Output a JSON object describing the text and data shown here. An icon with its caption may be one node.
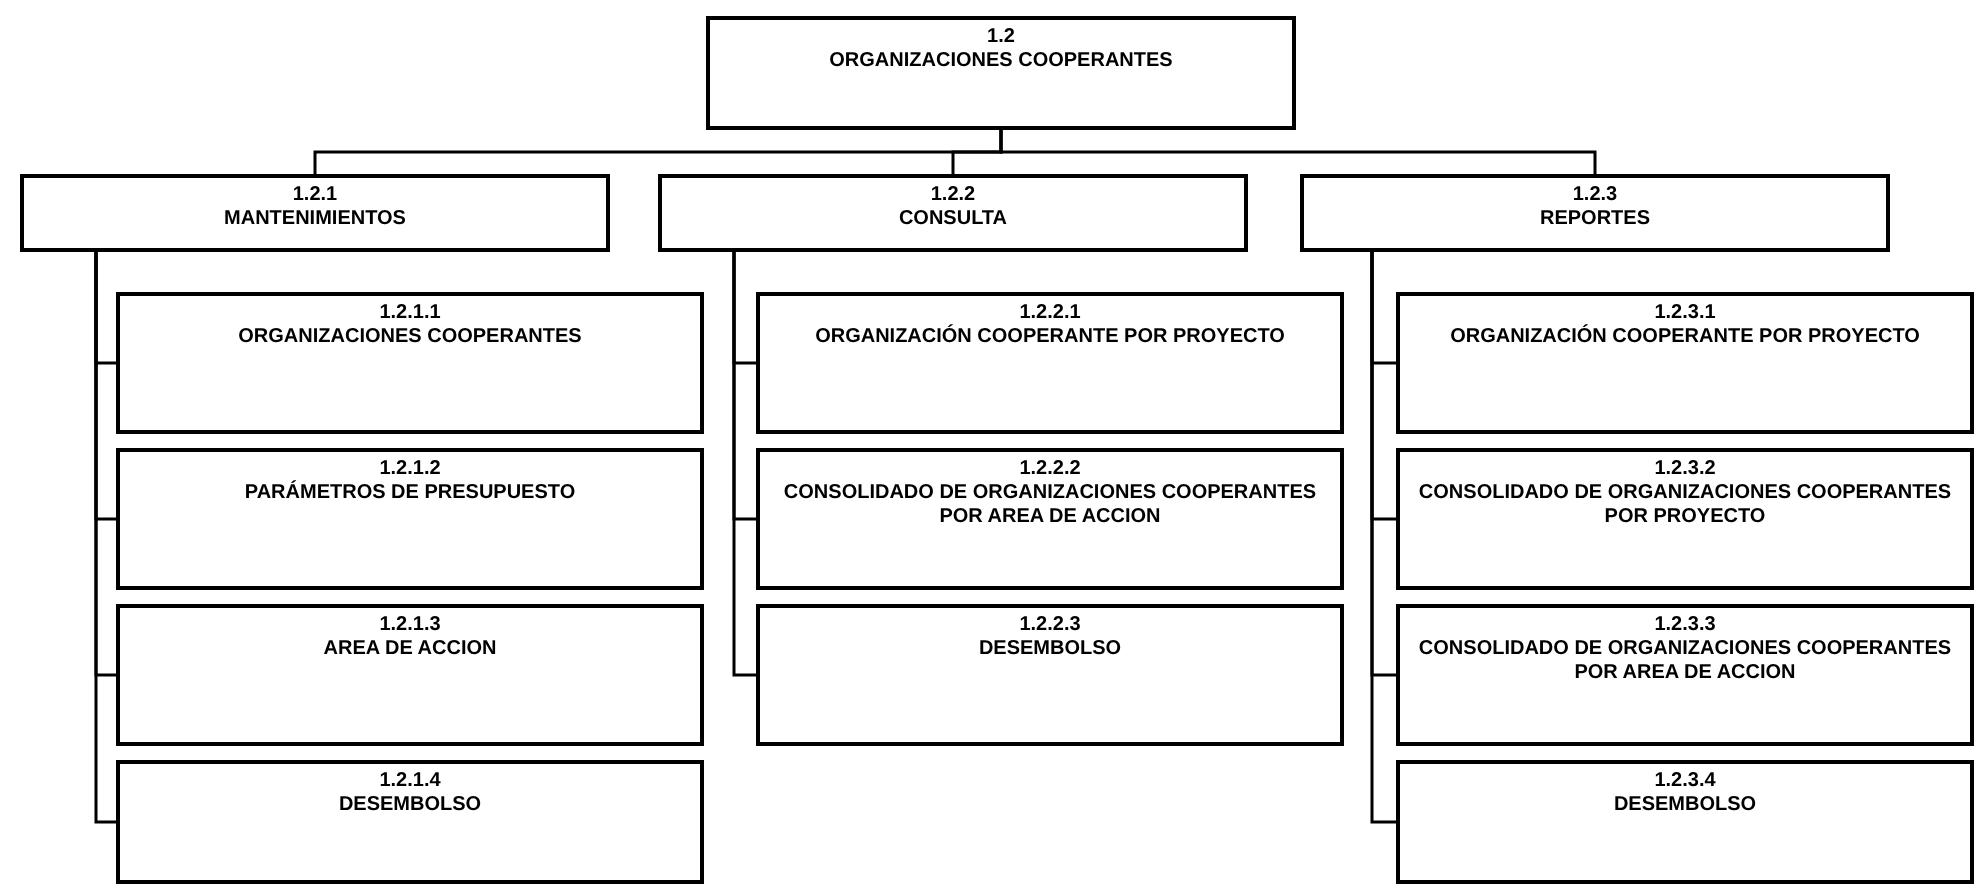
{
  "diagram": {
    "nodes": [
      {
        "text": [
          "1.2",
          "ORGANIZACIONES COOPERANTES"
        ]
      },
      {
        "text": [
          "1.2.1",
          "MANTENIMIENTOS"
        ]
      },
      {
        "text": [
          "1.2.2",
          "CONSULTA"
        ]
      },
      {
        "text": [
          "1.2.3",
          "REPORTES"
        ]
      },
      {
        "text": [
          "1.2.1.1",
          "ORGANIZACIONES COOPERANTES"
        ]
      },
      {
        "text": [
          "1.2.1.2",
          "PARÁMETROS DE PRESUPUESTO"
        ]
      },
      {
        "text": [
          "1.2.1.3",
          "AREA DE ACCION"
        ]
      },
      {
        "text": [
          "1.2.1.4",
          "DESEMBOLSO"
        ]
      },
      {
        "text": [
          "1.2.2.1",
          "ORGANIZACIÓN COOPERANTE POR PROYECTO"
        ]
      },
      {
        "text": [
          "1.2.2.2",
          "CONSOLIDADO DE ORGANIZACIONES COOPERANTES POR AREA DE ACCION"
        ]
      },
      {
        "text": [
          "1.2.2.3",
          "DESEMBOLSO"
        ]
      },
      {
        "text": [
          "1.2.3.1",
          "ORGANIZACIÓN COOPERANTE POR PROYECTO"
        ]
      },
      {
        "text": [
          "1.2.3.2",
          "CONSOLIDADO DE ORGANIZACIONES COOPERANTES POR PROYECTO"
        ]
      },
      {
        "text": [
          "1.2.3.3",
          "CONSOLIDADO DE ORGANIZACIONES COOPERANTES POR AREA DE ACCION"
        ]
      },
      {
        "text": [
          "1.2.3.4",
          "DESEMBOLSO"
        ]
      }
    ],
    "edges": [
      {
        "from": 0,
        "to": 1,
        "arrow": "none"
      },
      {
        "from": 0,
        "to": 2,
        "arrow": "none"
      },
      {
        "from": 0,
        "to": 3,
        "arrow": "none"
      },
      {
        "from": 1,
        "to": 4,
        "arrow": "none"
      },
      {
        "from": 1,
        "to": 5,
        "arrow": "none"
      },
      {
        "from": 1,
        "to": 6,
        "arrow": "none"
      },
      {
        "from": 1,
        "to": 7,
        "arrow": "none"
      },
      {
        "from": 2,
        "to": 8,
        "arrow": "none"
      },
      {
        "from": 2,
        "to": 9,
        "arrow": "none"
      },
      {
        "from": 2,
        "to": 10,
        "arrow": "none"
      },
      {
        "from": 3,
        "to": 11,
        "arrow": "none"
      },
      {
        "from": 3,
        "to": 12,
        "arrow": "none"
      },
      {
        "from": 3,
        "to": 13,
        "arrow": "none"
      },
      {
        "from": 3,
        "to": 14,
        "arrow": "none"
      }
    ]
  }
}
